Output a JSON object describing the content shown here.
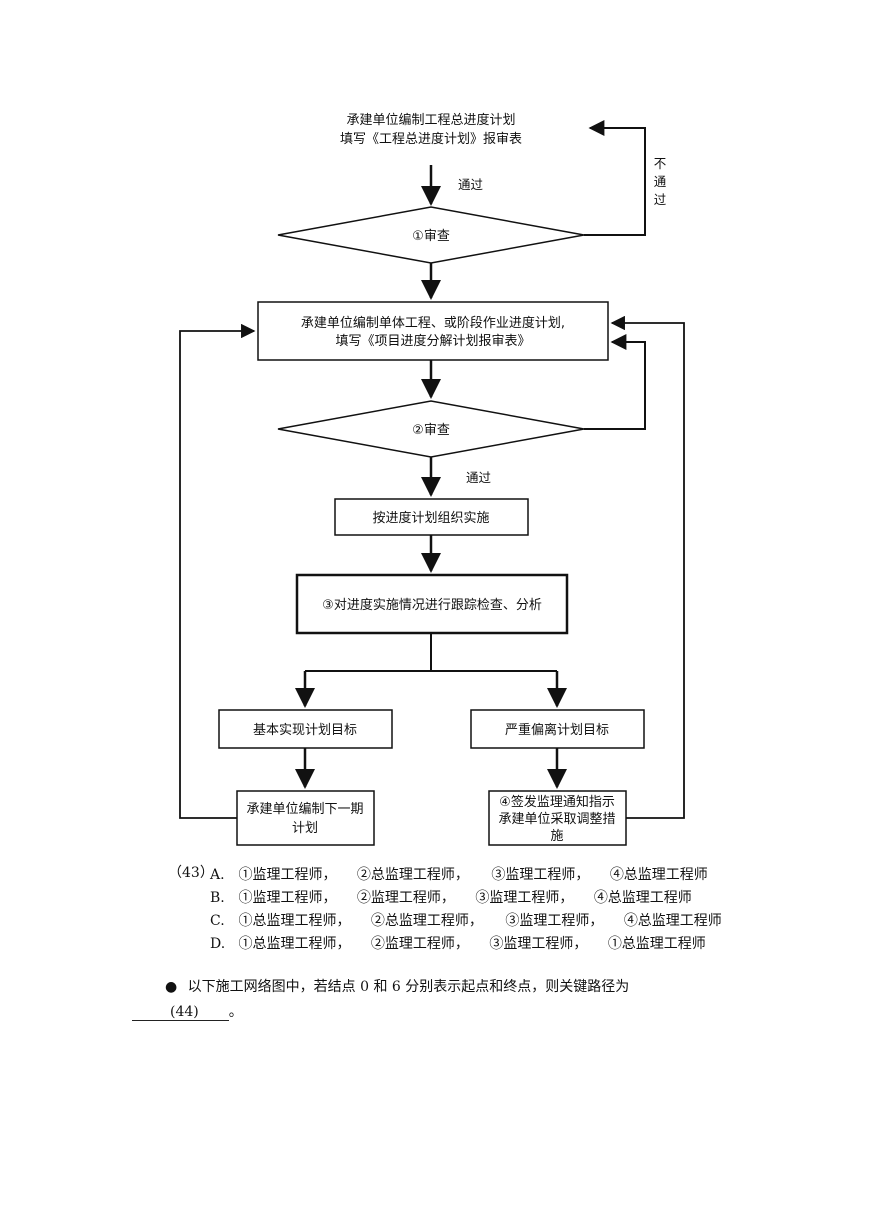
{
  "flowchart": {
    "top_line1": "承建单位编制工程总进度计划",
    "top_line2": "填写《工程总进度计划》报审表",
    "pass_label_1": "通过",
    "not_pass_label": [
      "不",
      "通",
      "过"
    ],
    "review_1": "①审查",
    "box_plan_line1": "承建单位编制单体工程、或阶段作业进度计划,",
    "box_plan_line2": "填写《项目进度分解计划报审表》",
    "review_2": "②审查",
    "pass_label_2": "通过",
    "box_implement": "按进度计划组织实施",
    "box_track": "③对进度实施情况进行跟踪检查、分析",
    "box_basic": "基本实现计划目标",
    "box_deviate": "严重偏离计划目标",
    "box_next_line1": "承建单位编制下一期",
    "box_next_line2": "计划",
    "box_notice_line1": "④签发监理通知指示",
    "box_notice_line2": "承建单位采取调整措",
    "box_notice_line3": "施"
  },
  "question43": {
    "number": "（43）",
    "options": [
      {
        "letter": "A.",
        "p1": "①监理工程师，",
        "p2": "②总监理工程师，",
        "p3": "③监理工程师，",
        "p4": "④总监理工程师"
      },
      {
        "letter": "B.",
        "p1": "①监理工程师，",
        "p2": "②监理工程师，",
        "p3": "③监理工程师，",
        "p4": "④总监理工程师"
      },
      {
        "letter": "C.",
        "p1": "①总监理工程师，",
        "p2": "②总监理工程师，",
        "p3": "③监理工程师，",
        "p4": "④总监理工程师"
      },
      {
        "letter": "D.",
        "p1": "①总监理工程师，",
        "p2": "②监理工程师，",
        "p3": "③监理工程师，",
        "p4": "①总监理工程师"
      }
    ]
  },
  "question44": {
    "bullet": "●",
    "text": "以下施工网络图中，若结点 0 和 6 分别表示起点和终点，则关键路径为",
    "blank_label": "(44)",
    "end_punct": "。"
  }
}
